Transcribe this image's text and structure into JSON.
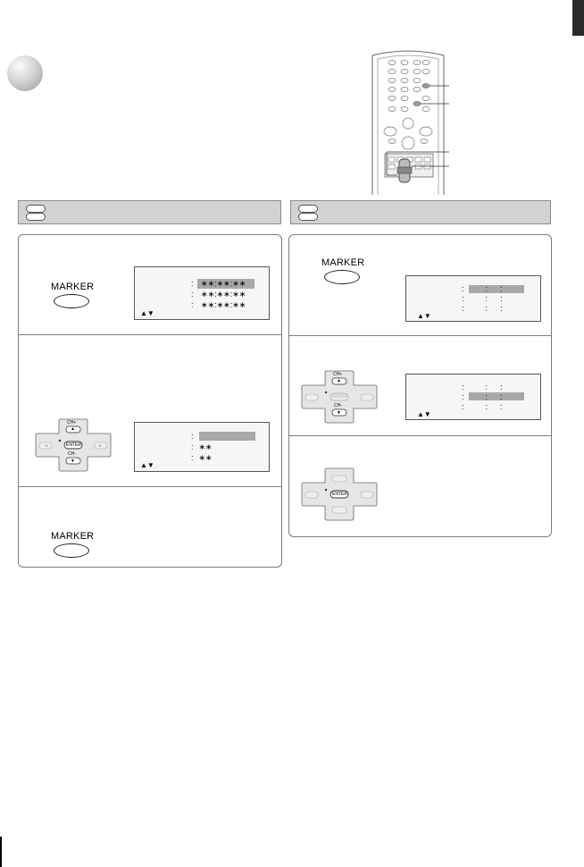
{
  "marker_label": "MARKER",
  "asterisks": "∗∗",
  "colon": ":",
  "arrows": "▲▼",
  "dpad": {
    "ch_plus": "CH+",
    "ch_minus": "CH-",
    "enter": "ENTER",
    "up_glyph": "▲",
    "down_glyph": "▼",
    "left_glyph": "◄",
    "right_glyph": "►"
  },
  "colors": {
    "header_bar": "#d2d2d2",
    "highlight": "#a8a8a8",
    "panel_border": "#7c7c7c"
  }
}
